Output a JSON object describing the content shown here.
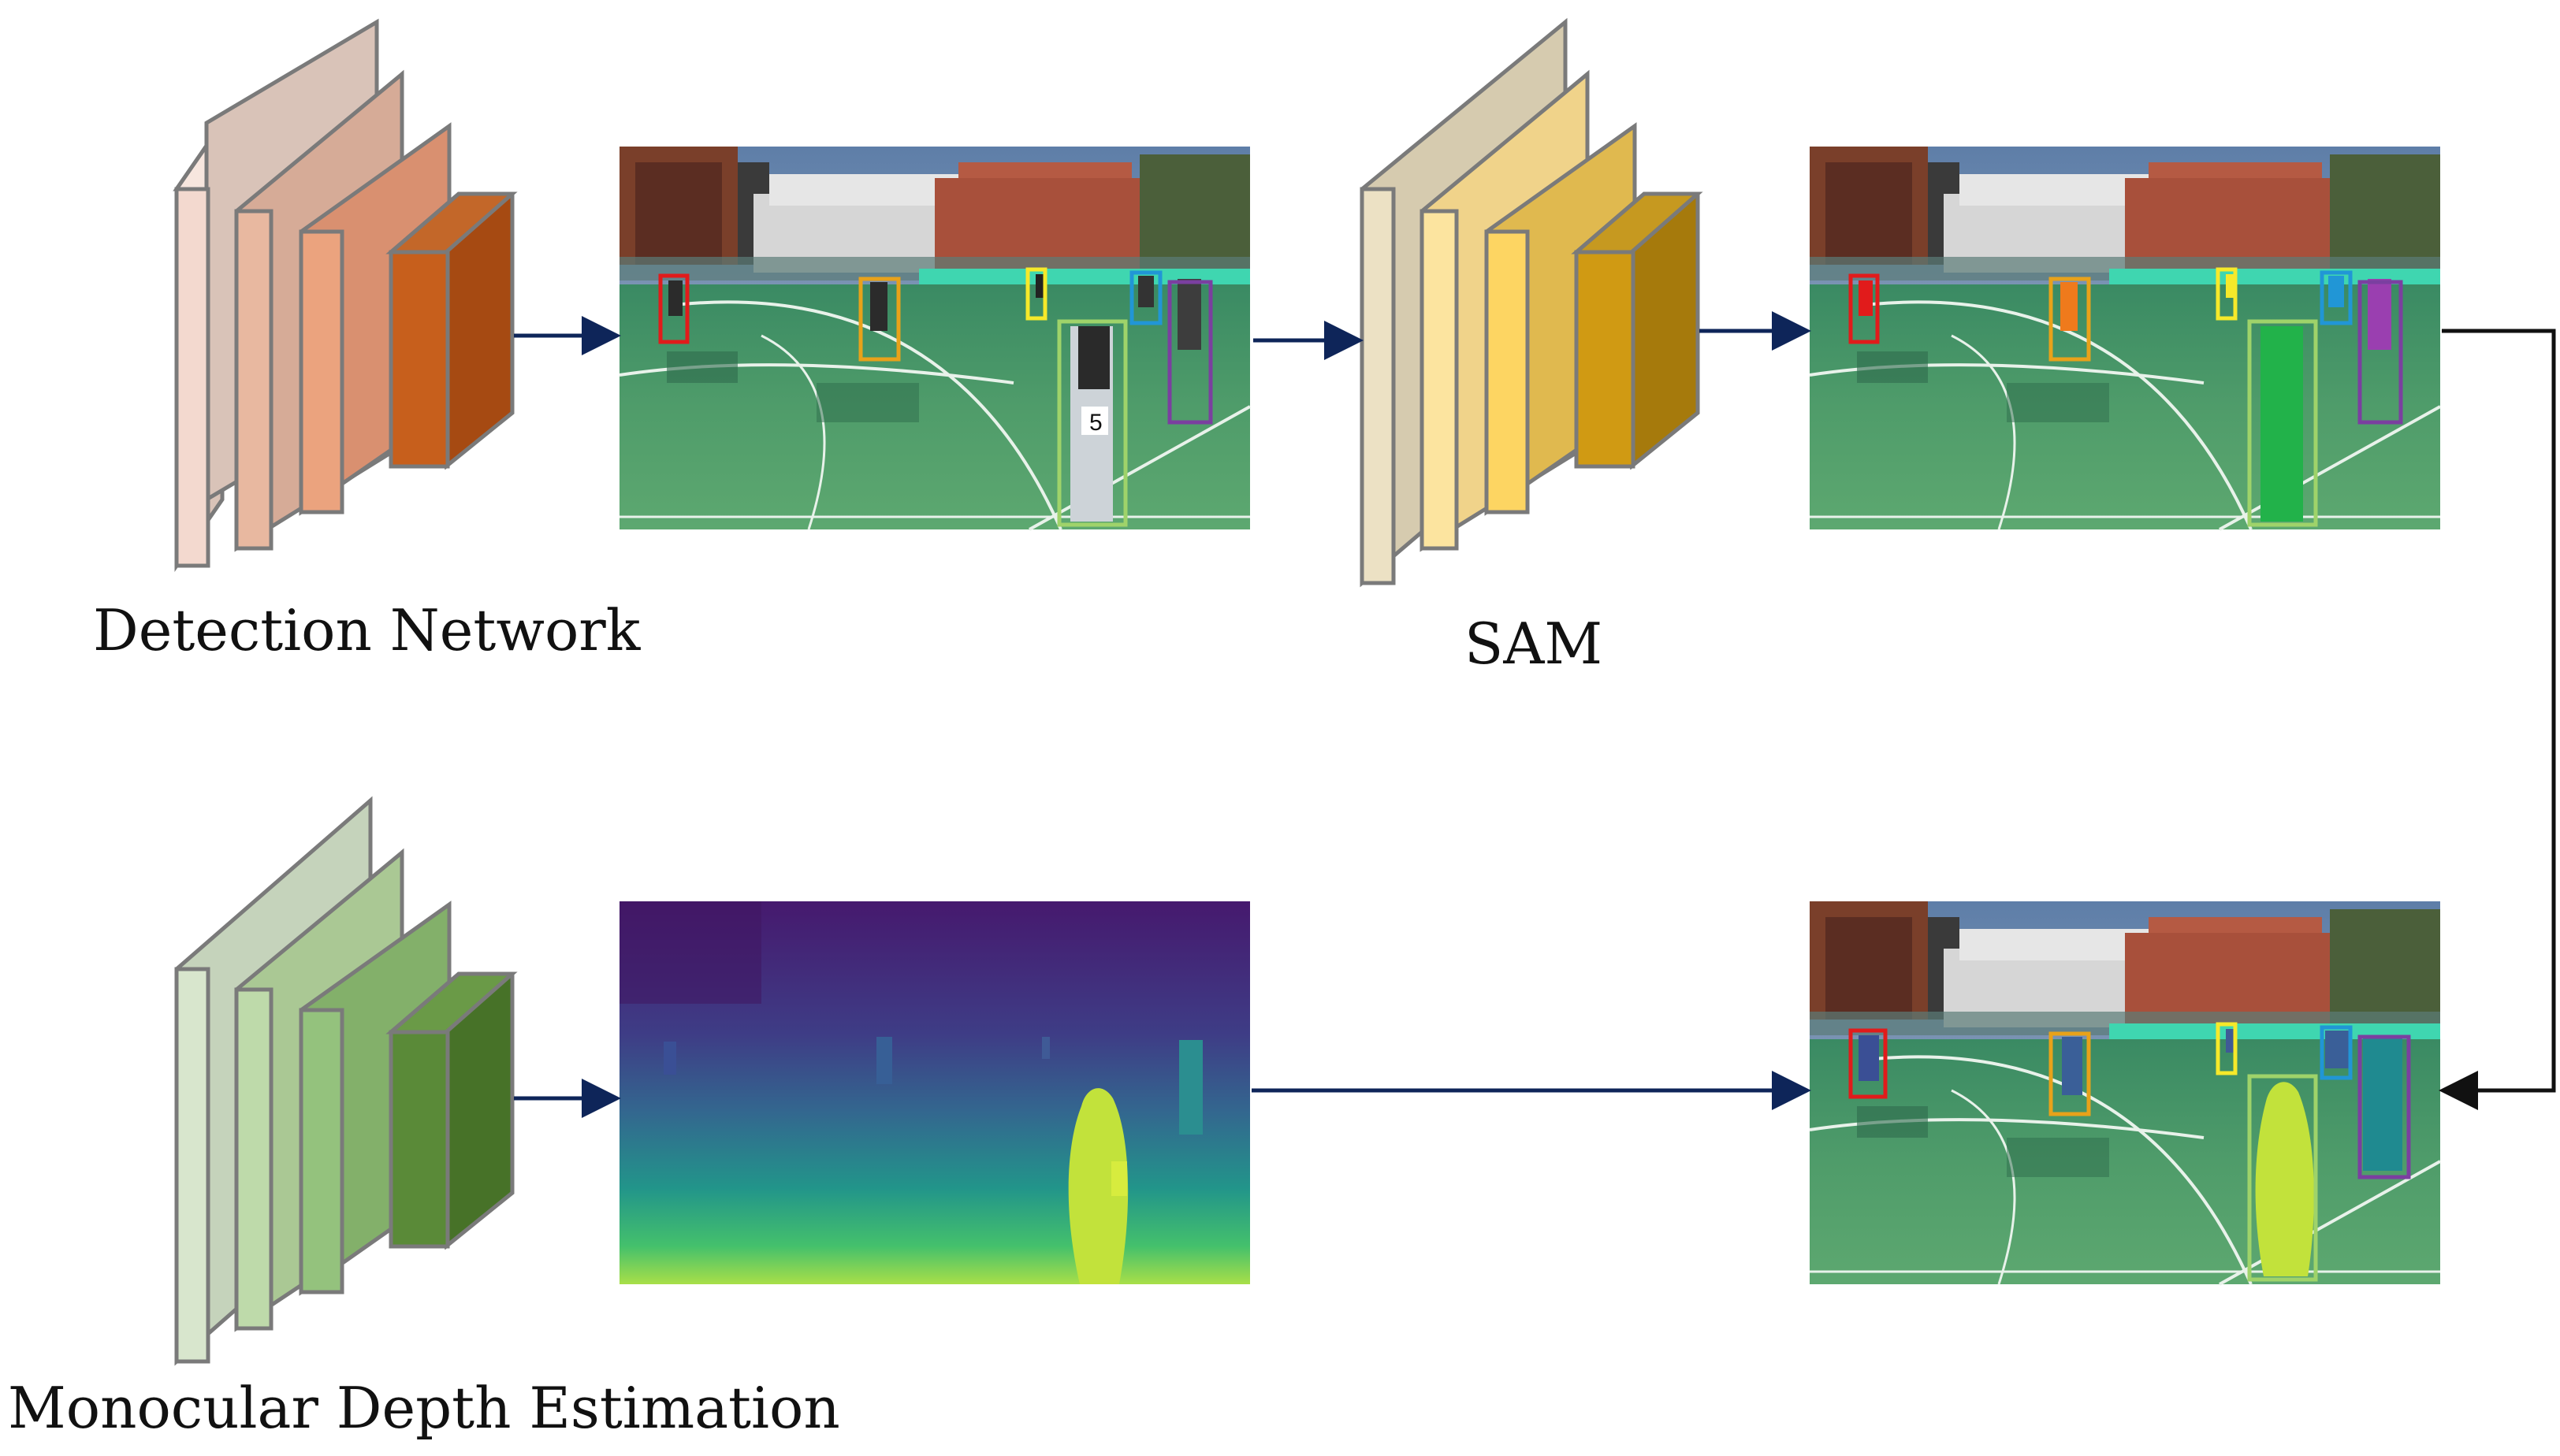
{
  "labels": {
    "detection": "Detection Network",
    "sam": "SAM",
    "depth": "Monocular Depth Estimation"
  },
  "photo_overlays": {
    "person_tag": "5"
  },
  "colors": {
    "detection_layers": [
      "#f3d9cf",
      "#e8b8a0",
      "#eba37e",
      "#c75f1c"
    ],
    "sam_layers": [
      "#ece1c4",
      "#fce49f",
      "#fdd562",
      "#d09a13"
    ],
    "depth_layers": [
      "#d8e6cd",
      "#bedaaa",
      "#94c27d",
      "#5a8a38"
    ],
    "arrow": "#0e2559",
    "box_colors": [
      "#e11b1b",
      "#e8a21a",
      "#f6e92a",
      "#2196d6",
      "#9a3fb0",
      "#9fd36a"
    ],
    "depth_gradient": [
      "#46196e",
      "#3b4f8f",
      "#2a8a8b",
      "#3fbf6f",
      "#b4e34c"
    ]
  }
}
